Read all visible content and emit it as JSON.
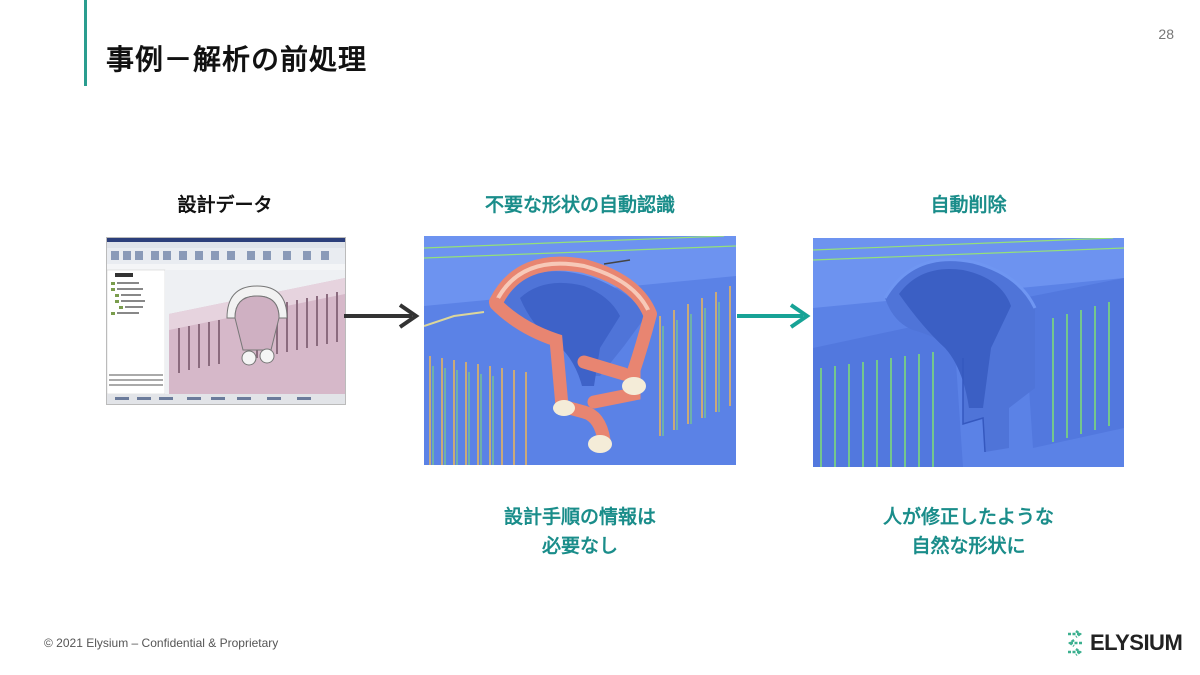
{
  "page": {
    "title": "事例－解析の前処理",
    "page_number": "28"
  },
  "steps": [
    {
      "label": "設計データ"
    },
    {
      "label": "不要な形状の自動認識",
      "note_line1": "設計手順の情報は",
      "note_line2": "必要なし"
    },
    {
      "label": "自動削除",
      "note_line1": "人が修正したような",
      "note_line2": "自然な形状に"
    }
  ],
  "footer": {
    "copyright": "© 2021 Elysium – Confidential & Proprietary"
  },
  "logo": {
    "text": "ELYSIUM"
  },
  "colors": {
    "accent": "#1a8d8a",
    "arrow_dark": "#333333",
    "arrow_teal": "#17a396",
    "model_blue": "#5b82e6",
    "highlight": "#e88571"
  },
  "icons": [
    "arrow-right-icon",
    "elysium-logo-icon"
  ]
}
